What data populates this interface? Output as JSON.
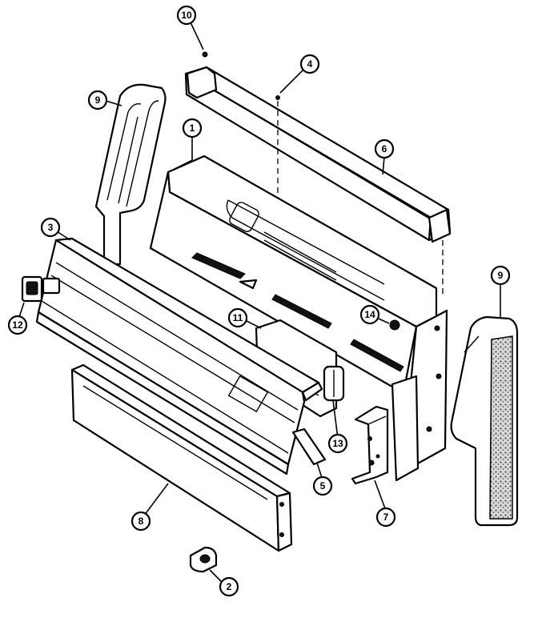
{
  "callouts": [
    {
      "id": "c10",
      "label": "10"
    },
    {
      "id": "c4",
      "label": "4"
    },
    {
      "id": "c9a",
      "label": "9"
    },
    {
      "id": "c1",
      "label": "1"
    },
    {
      "id": "c6",
      "label": "6"
    },
    {
      "id": "c3",
      "label": "3"
    },
    {
      "id": "c9b",
      "label": "9"
    },
    {
      "id": "c11",
      "label": "11"
    },
    {
      "id": "c14",
      "label": "14"
    },
    {
      "id": "c12",
      "label": "12"
    },
    {
      "id": "c13",
      "label": "13"
    },
    {
      "id": "c5",
      "label": "5"
    },
    {
      "id": "c7",
      "label": "7"
    },
    {
      "id": "c8",
      "label": "8"
    },
    {
      "id": "c2",
      "label": "2"
    }
  ]
}
